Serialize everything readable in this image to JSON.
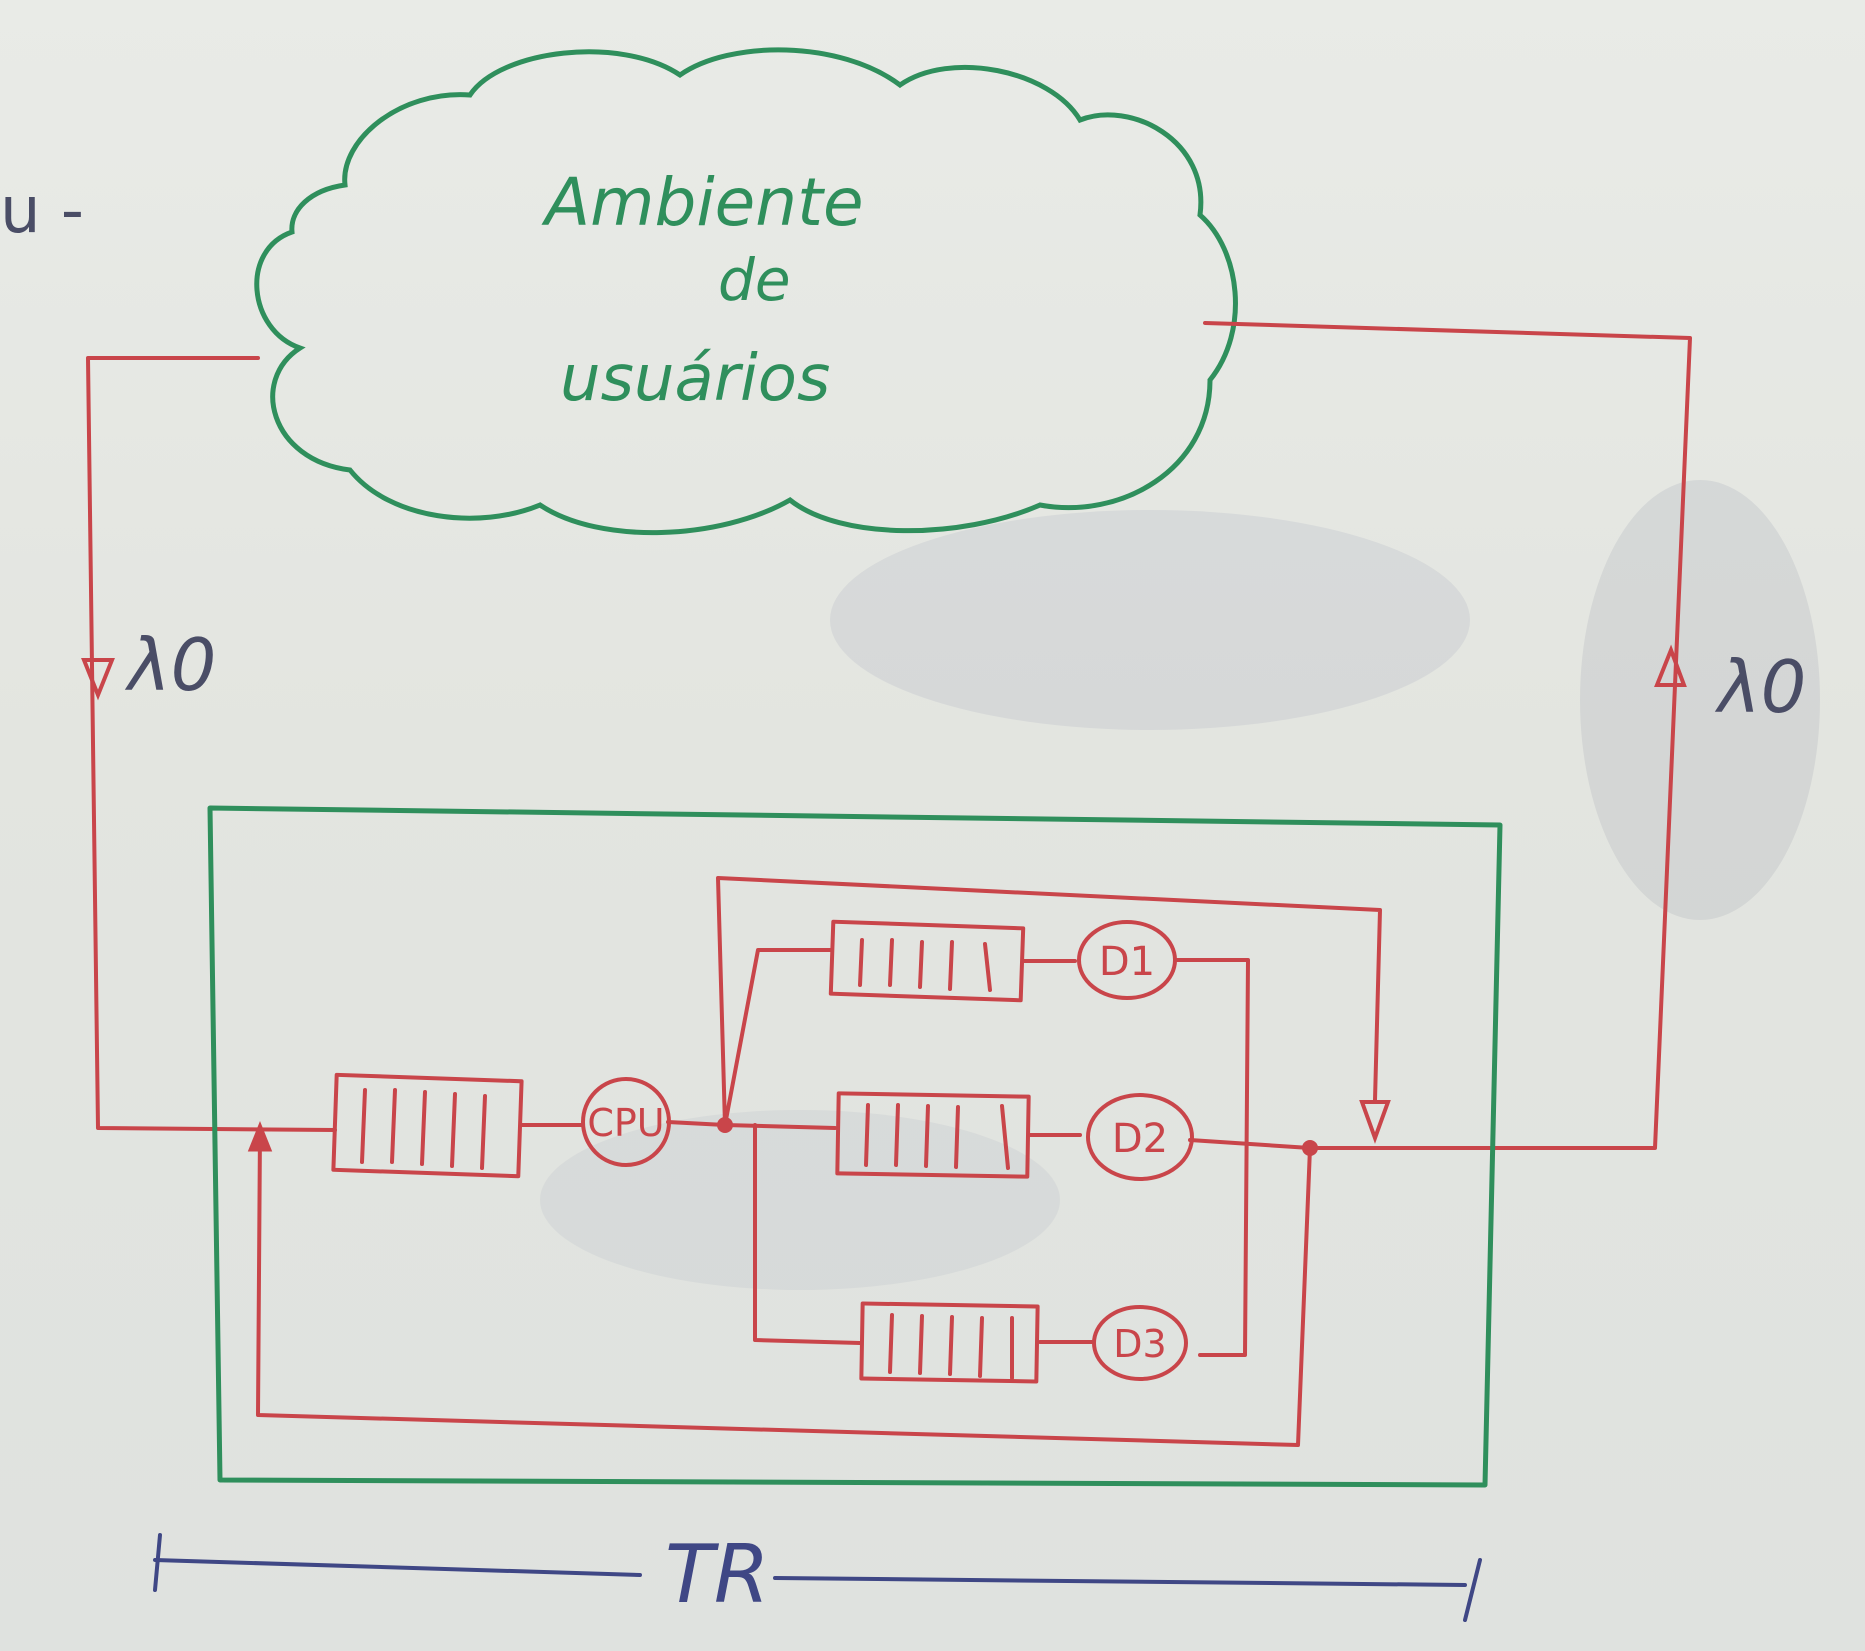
{
  "cloud": {
    "line1": "Ambiente",
    "line2": "de",
    "line3": "usuários"
  },
  "arrival_label": "λ0",
  "departure_label": "λ0",
  "cpu_label": "CPU",
  "disks": [
    {
      "label": "D1"
    },
    {
      "label": "D2"
    },
    {
      "label": "D3"
    }
  ],
  "bottom_label": "TR",
  "corner_text": "u -",
  "colors": {
    "green_marker": "#2f8f5c",
    "red_marker": "#c9454a",
    "blue_marker": "#3f4785",
    "board": "#e7e9e5"
  }
}
